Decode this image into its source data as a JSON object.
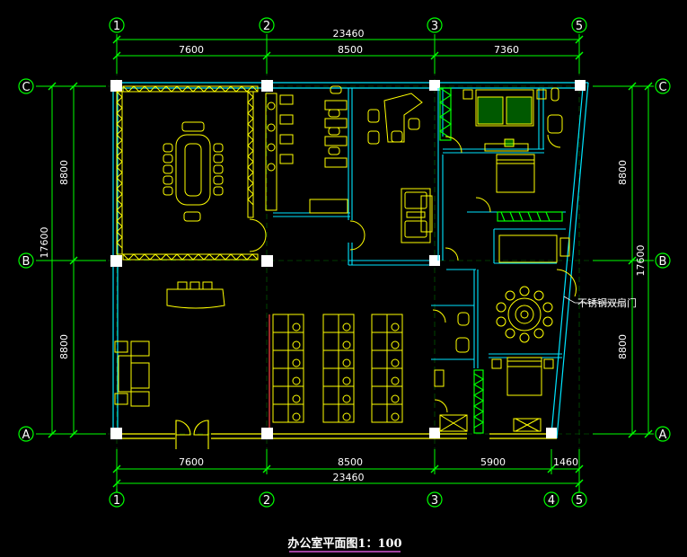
{
  "colors": {
    "background": "#000000",
    "dimension": "#00ff00",
    "wall": "#00e5ff",
    "furniture": "#ffff00",
    "column": "#ffffff",
    "text": "#ffffff",
    "title_underline": "#ff66ff"
  },
  "grid": {
    "top": [
      "1",
      "2",
      "3",
      "5"
    ],
    "bottom": [
      "1",
      "2",
      "3",
      "4",
      "5"
    ],
    "left": [
      "C",
      "B",
      "A"
    ],
    "right": [
      "C",
      "B",
      "A"
    ]
  },
  "dimensions": {
    "top_total": "23460",
    "top_segments": [
      "7600",
      "8500",
      "7360"
    ],
    "bottom_segments": [
      "7600",
      "8500",
      "5900",
      "1460"
    ],
    "bottom_total": "23460",
    "left_segments": [
      "8800",
      "8800"
    ],
    "left_total": "17600",
    "right_segments": [
      "8800",
      "8800"
    ],
    "right_total": "17600"
  },
  "annotations": {
    "door_note": "不锈钢双扇门"
  },
  "title": "办公室平面图1：100"
}
